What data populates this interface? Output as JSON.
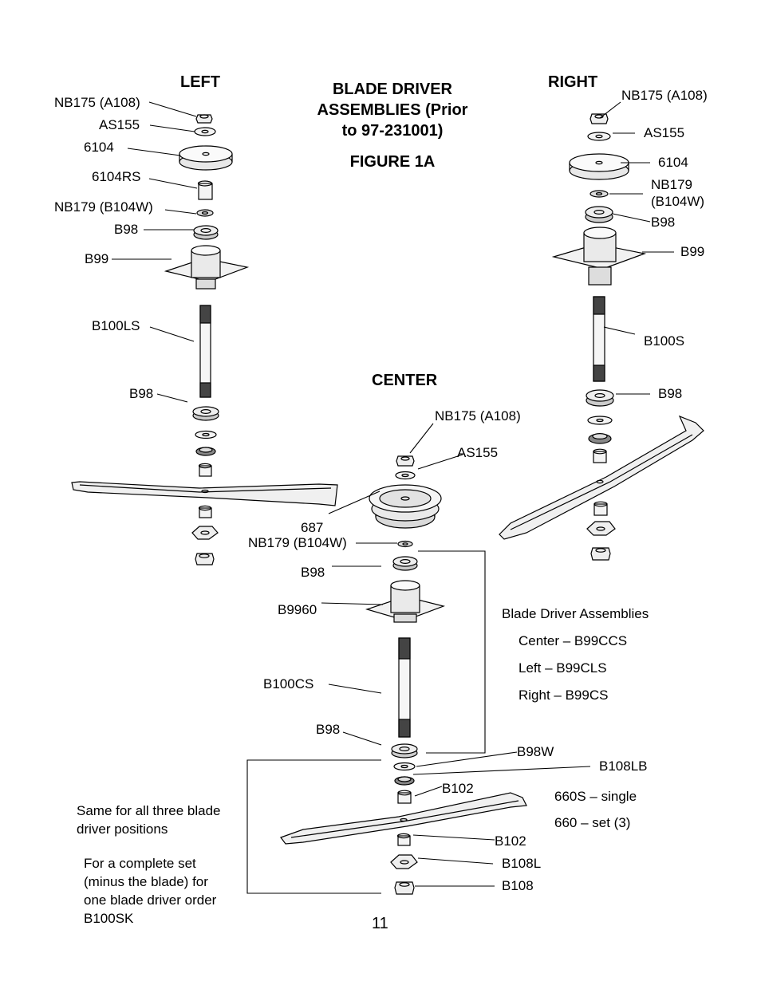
{
  "title": {
    "lines": [
      "BLADE DRIVER",
      "ASSEMBLIES (Prior",
      "to 97-231001)"
    ],
    "figure": "FIGURE 1A"
  },
  "headings": {
    "left": "LEFT",
    "right": "RIGHT",
    "center": "CENTER"
  },
  "left_labels": [
    "NB175 (A108)",
    "AS155",
    "6104",
    "6104RS",
    "NB179 (B104W)",
    "B98",
    "B99",
    "B100LS",
    "B98"
  ],
  "right_labels": [
    "NB175 (A108)",
    "AS155",
    "6104",
    "NB179",
    "(B104W)",
    "B98",
    "B99",
    "B100S",
    "B98"
  ],
  "center_labels": [
    "NB175 (A108)",
    "AS155",
    "687",
    "NB179 (B104W)",
    "B98",
    "B9960",
    "B100CS",
    "B98",
    "B98W",
    "B108LB",
    "B102",
    "660S – single",
    "660 – set (3)",
    "B102",
    "B108L",
    "B108"
  ],
  "assemblies_box": {
    "title": "Blade Driver Assemblies",
    "items": [
      "Center – B99CCS",
      "Left – B99CLS",
      "Right – B99CS"
    ]
  },
  "notes": {
    "same": [
      "Same for all three blade",
      "driver positions"
    ],
    "kit": [
      "For a complete set",
      "(minus the blade) for",
      "one blade driver order",
      "B100SK"
    ]
  },
  "page_number": "11"
}
